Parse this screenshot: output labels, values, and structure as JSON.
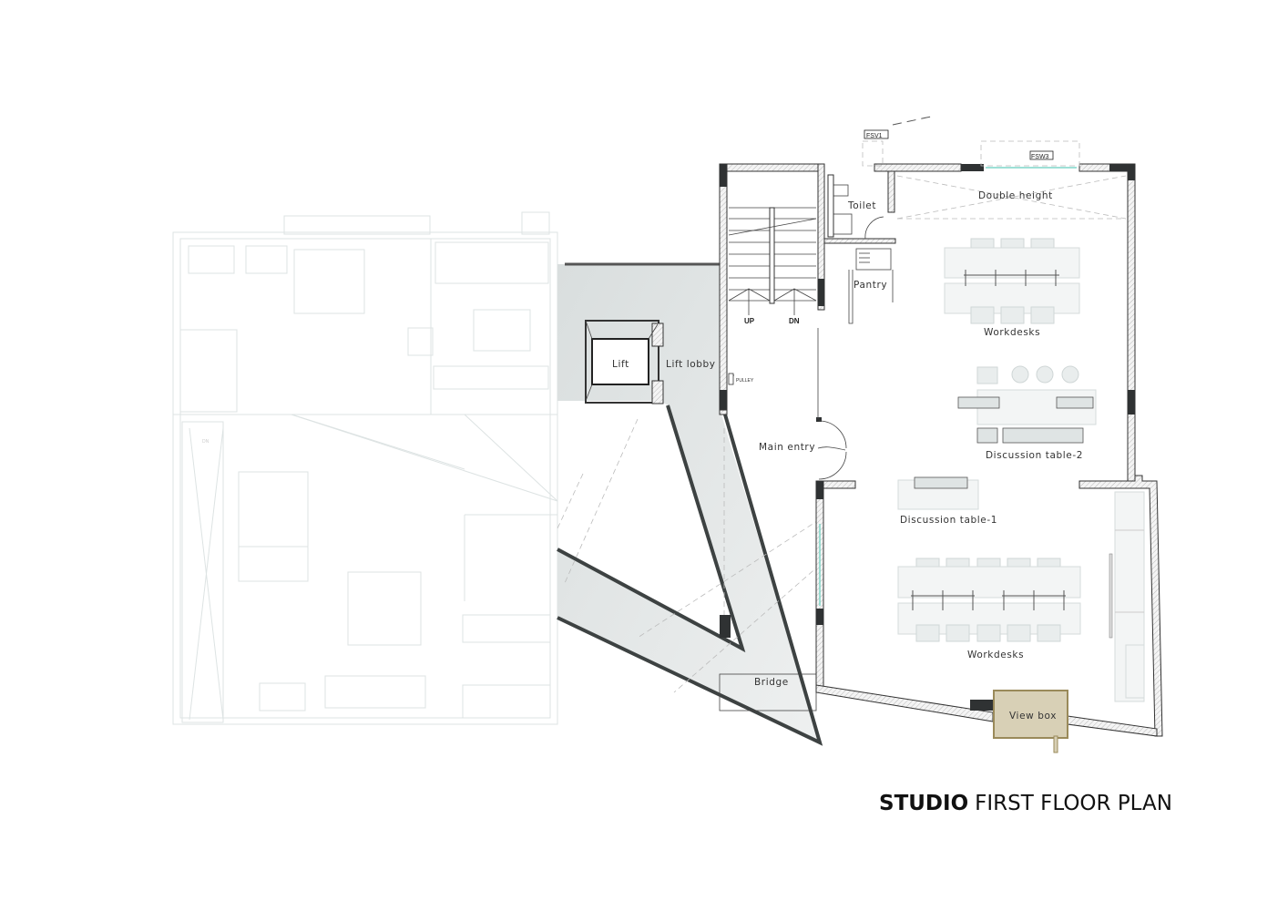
{
  "title": {
    "bold": "STUDIO",
    "regular": "FIRST FLOOR PLAN"
  },
  "rooms": {
    "double_height": "Double height",
    "toilet": "Toilet",
    "pantry": "Pantry",
    "workdesks_top": "Workdesks",
    "lift": "Lift",
    "lift_lobby": "Lift lobby",
    "discussion_table_2": "Discussion table-2",
    "main_entry": "Main entry",
    "discussion_table_1": "Discussion table-1",
    "workdesks_bottom": "Workdesks",
    "bridge": "Bridge",
    "view_box": "View box"
  },
  "tags": {
    "fsv1": "FSV1",
    "fsw3": "FSW3",
    "pulley": "PULLEY",
    "up": "UP",
    "dn": "DN",
    "ghost_dn": "DN"
  },
  "colors": {
    "wall": "#2f3233",
    "bridge": "#dfe3e3",
    "view_box": "#d8d0b6",
    "view_box_edge": "#9a8a5a",
    "glazing": "#7fd6c8",
    "ghost": "#dde3e3"
  }
}
